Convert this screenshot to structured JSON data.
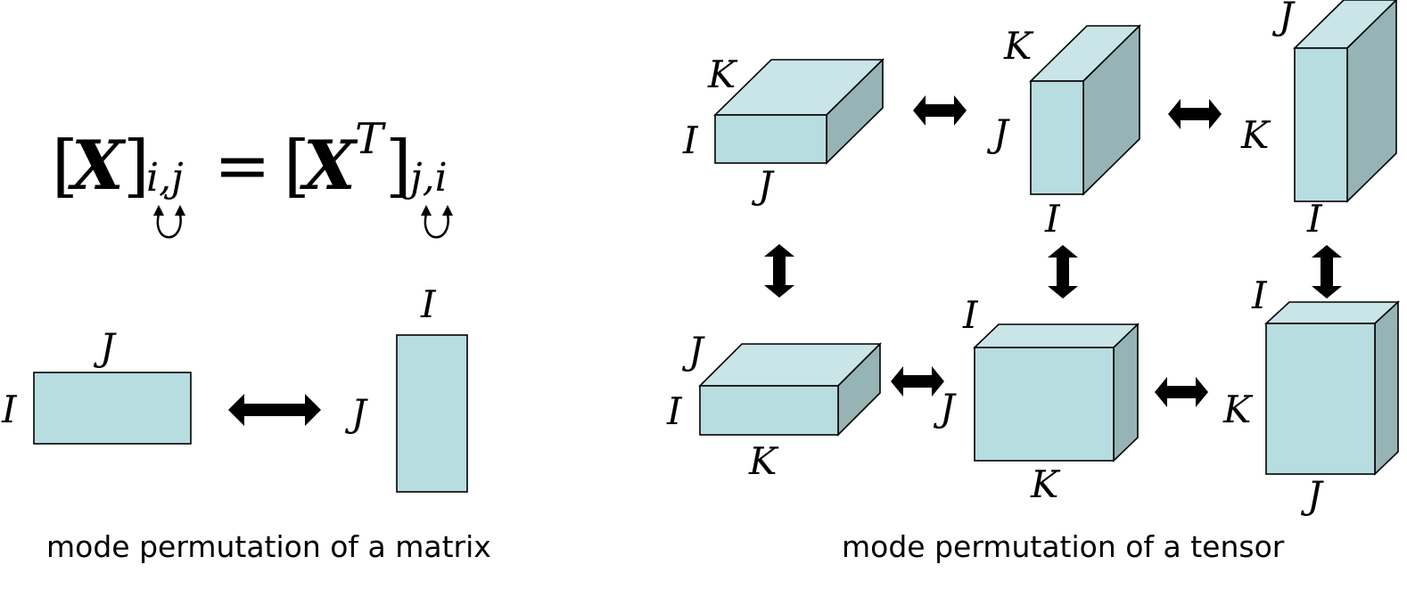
{
  "matrix_panel": {
    "equation": {
      "lhs_open": "[",
      "lhs_symbol": "X",
      "lhs_close": "]",
      "lhs_subscript": "i,j",
      "equals": "=",
      "rhs_open": "[",
      "rhs_symbol": "X",
      "rhs_superscript": "T",
      "rhs_close": "]",
      "rhs_subscript": "j,i"
    },
    "left_matrix": {
      "top_label": "J",
      "side_label": "I"
    },
    "right_matrix": {
      "top_label": "I",
      "side_label": "J"
    },
    "caption": "mode permutation of a matrix"
  },
  "tensor_panel": {
    "caption": "mode permutation of a tensor",
    "tensors": [
      {
        "depth_label": "K",
        "side_label": "I",
        "bottom_label": "J"
      },
      {
        "depth_label": "K",
        "side_label": "J",
        "bottom_label": "I"
      },
      {
        "depth_label": "J",
        "side_label": "K",
        "bottom_label": "I"
      },
      {
        "depth_label": "J",
        "side_label": "I",
        "bottom_label": "K"
      },
      {
        "depth_label": "I",
        "side_label": "J",
        "bottom_label": "K"
      },
      {
        "depth_label": "I",
        "side_label": "K",
        "bottom_label": "J"
      }
    ]
  },
  "colors": {
    "front_face": "#b8dde0",
    "top_face": "#c9e5e8",
    "side_face": "#96b4b6",
    "arrow": "#000000"
  }
}
